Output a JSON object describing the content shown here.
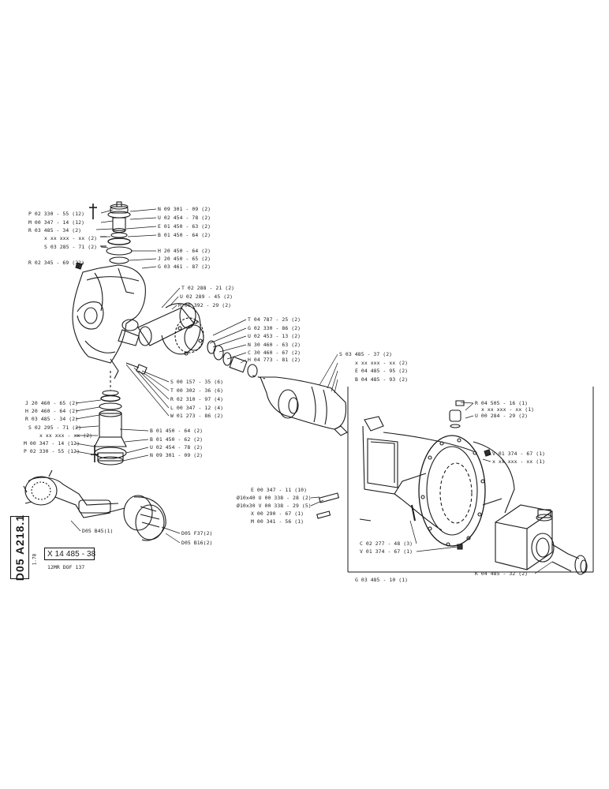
{
  "sheet": {
    "code": "D05 A218.1",
    "small_code": "1.78",
    "assembly_number": "X 14 485 - 38",
    "assembly_name": "12MR DOF 137"
  },
  "parts": {
    "p1": "P 02 330 - 55 (12)",
    "p2": "M 00 347 - 14 (12)",
    "p3": "R 03 485 - 34 (2)",
    "p4": "x xx xxx - xx (2)",
    "p5": "S 03 285 - 71 (2)",
    "p6": "R 02 345 - 69 (22)",
    "p7": "N 09 301 - 09 (2)",
    "p8": "U 02 454 - 78 (2)",
    "p9": "E 01 450 - 63 (2)",
    "p10": "B 01 450 - 64 (2)",
    "p11": "H 20 450 - 64 (2)",
    "p12": "J 20 450 - 65 (2)",
    "p13": "G 03 461 - 87 (2)",
    "p14": "T 02 288 - 21 (2)",
    "p15": "U 02 289 - 45 (2)",
    "p16": "H 00 392 - 29 (2)",
    "p17": "T 04 787 - 25 (2)",
    "p18": "G 02 330 - 86 (2)",
    "p19": "U 02 453 - 13 (2)",
    "p20": "N 30 460 - 63 (2)",
    "p21": "C 30 460 - 67 (2)",
    "p22": "H 04 773 - 81 (2)",
    "p23": "S 03 485 - 37 (2)",
    "p24": "x xx xxx - xx (2)",
    "p25": "E 04 485 - 95 (2)",
    "p26": "B 04 485 - 93 (2)",
    "p27": "S 00 157 - 35 (6)",
    "p28": "T 00 302 - 36 (6)",
    "p29": "R 02 310 - 97 (4)",
    "p30": "L 00 347 - 12 (4)",
    "p31": "W 01 273 - 86 (2)",
    "p32": "J 20 460 - 65 (2)",
    "p33": "H 20 460 - 64 (2)",
    "p34": "R 03 485 - 34 (2)",
    "p35": "S 02 295 - 71 (2)",
    "p36": "x xx xxx - xx (2)",
    "p37": "M 00 347 - 14 (12)",
    "p38": "P 02 330 - 55 (12)",
    "p39": "B 01 450 - 64 (2)",
    "p40": "B 01 450 - 62 (2)",
    "p41": "U 02 454 - 78 (2)",
    "p42": "N 09 301 - 09 (2)",
    "p43": "R 04 505 - 16 (1)",
    "p44": "x xx xxx - xx (1)",
    "p45": "U 00 284 - 29 (2)",
    "p46": "V 01 374 - 67 (1)",
    "p47": "x xx xxx - xx (1)",
    "p48": "E 00 347 - 11 (10)",
    "p49": "Ø10x40 U 00 338 - 28 (2)",
    "p50": "Ø10x30 V 00 338 - 29 (5)",
    "p51": "X 00 290 - 67 (1)",
    "p52": "M 00 341 - 56 (1)",
    "p53": "C 02 277 - 48 (3)",
    "p54": "V 01 374 - 67 (1)",
    "p55": "G 03 485 - 10 (1)",
    "p56": "K 04 485 - 32 (2)",
    "p57": "D05 B45(1)",
    "p58": "D05 F37(2)",
    "p59": "D05 B16(2)"
  }
}
